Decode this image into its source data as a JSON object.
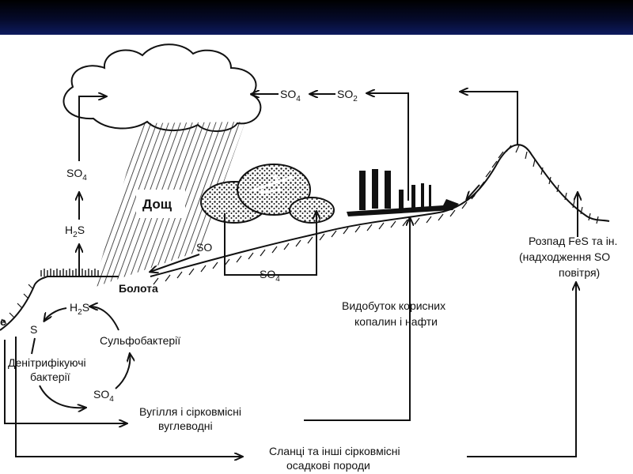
{
  "diagram": {
    "labels": {
      "rain": "Дощ",
      "swamps": "Болота",
      "mining": [
        "Видобуток корисних",
        "копалин і нафти"
      ],
      "fes": [
        "Розпад FeS та ін.",
        "(надходження SO",
        "повітря)"
      ],
      "sulfobacteria": "Сульфобактерії",
      "denitrifying": [
        "Денітрифікуючі",
        "бактерії"
      ],
      "coal": [
        "Вугілля і сірковмісні",
        "вуглеводні"
      ],
      "shales": [
        "Сланці та інші сірковмісні",
        "осадкові породи"
      ],
      "edge_fragment": "e"
    },
    "chemicals": {
      "so4": "SO",
      "so4_sub": "4",
      "so2": "SO",
      "so2_sub": "2",
      "h2s": "H",
      "h2s_sub": "2",
      "h2s_tail": "S",
      "s": "S",
      "so_plant": "SO"
    }
  }
}
